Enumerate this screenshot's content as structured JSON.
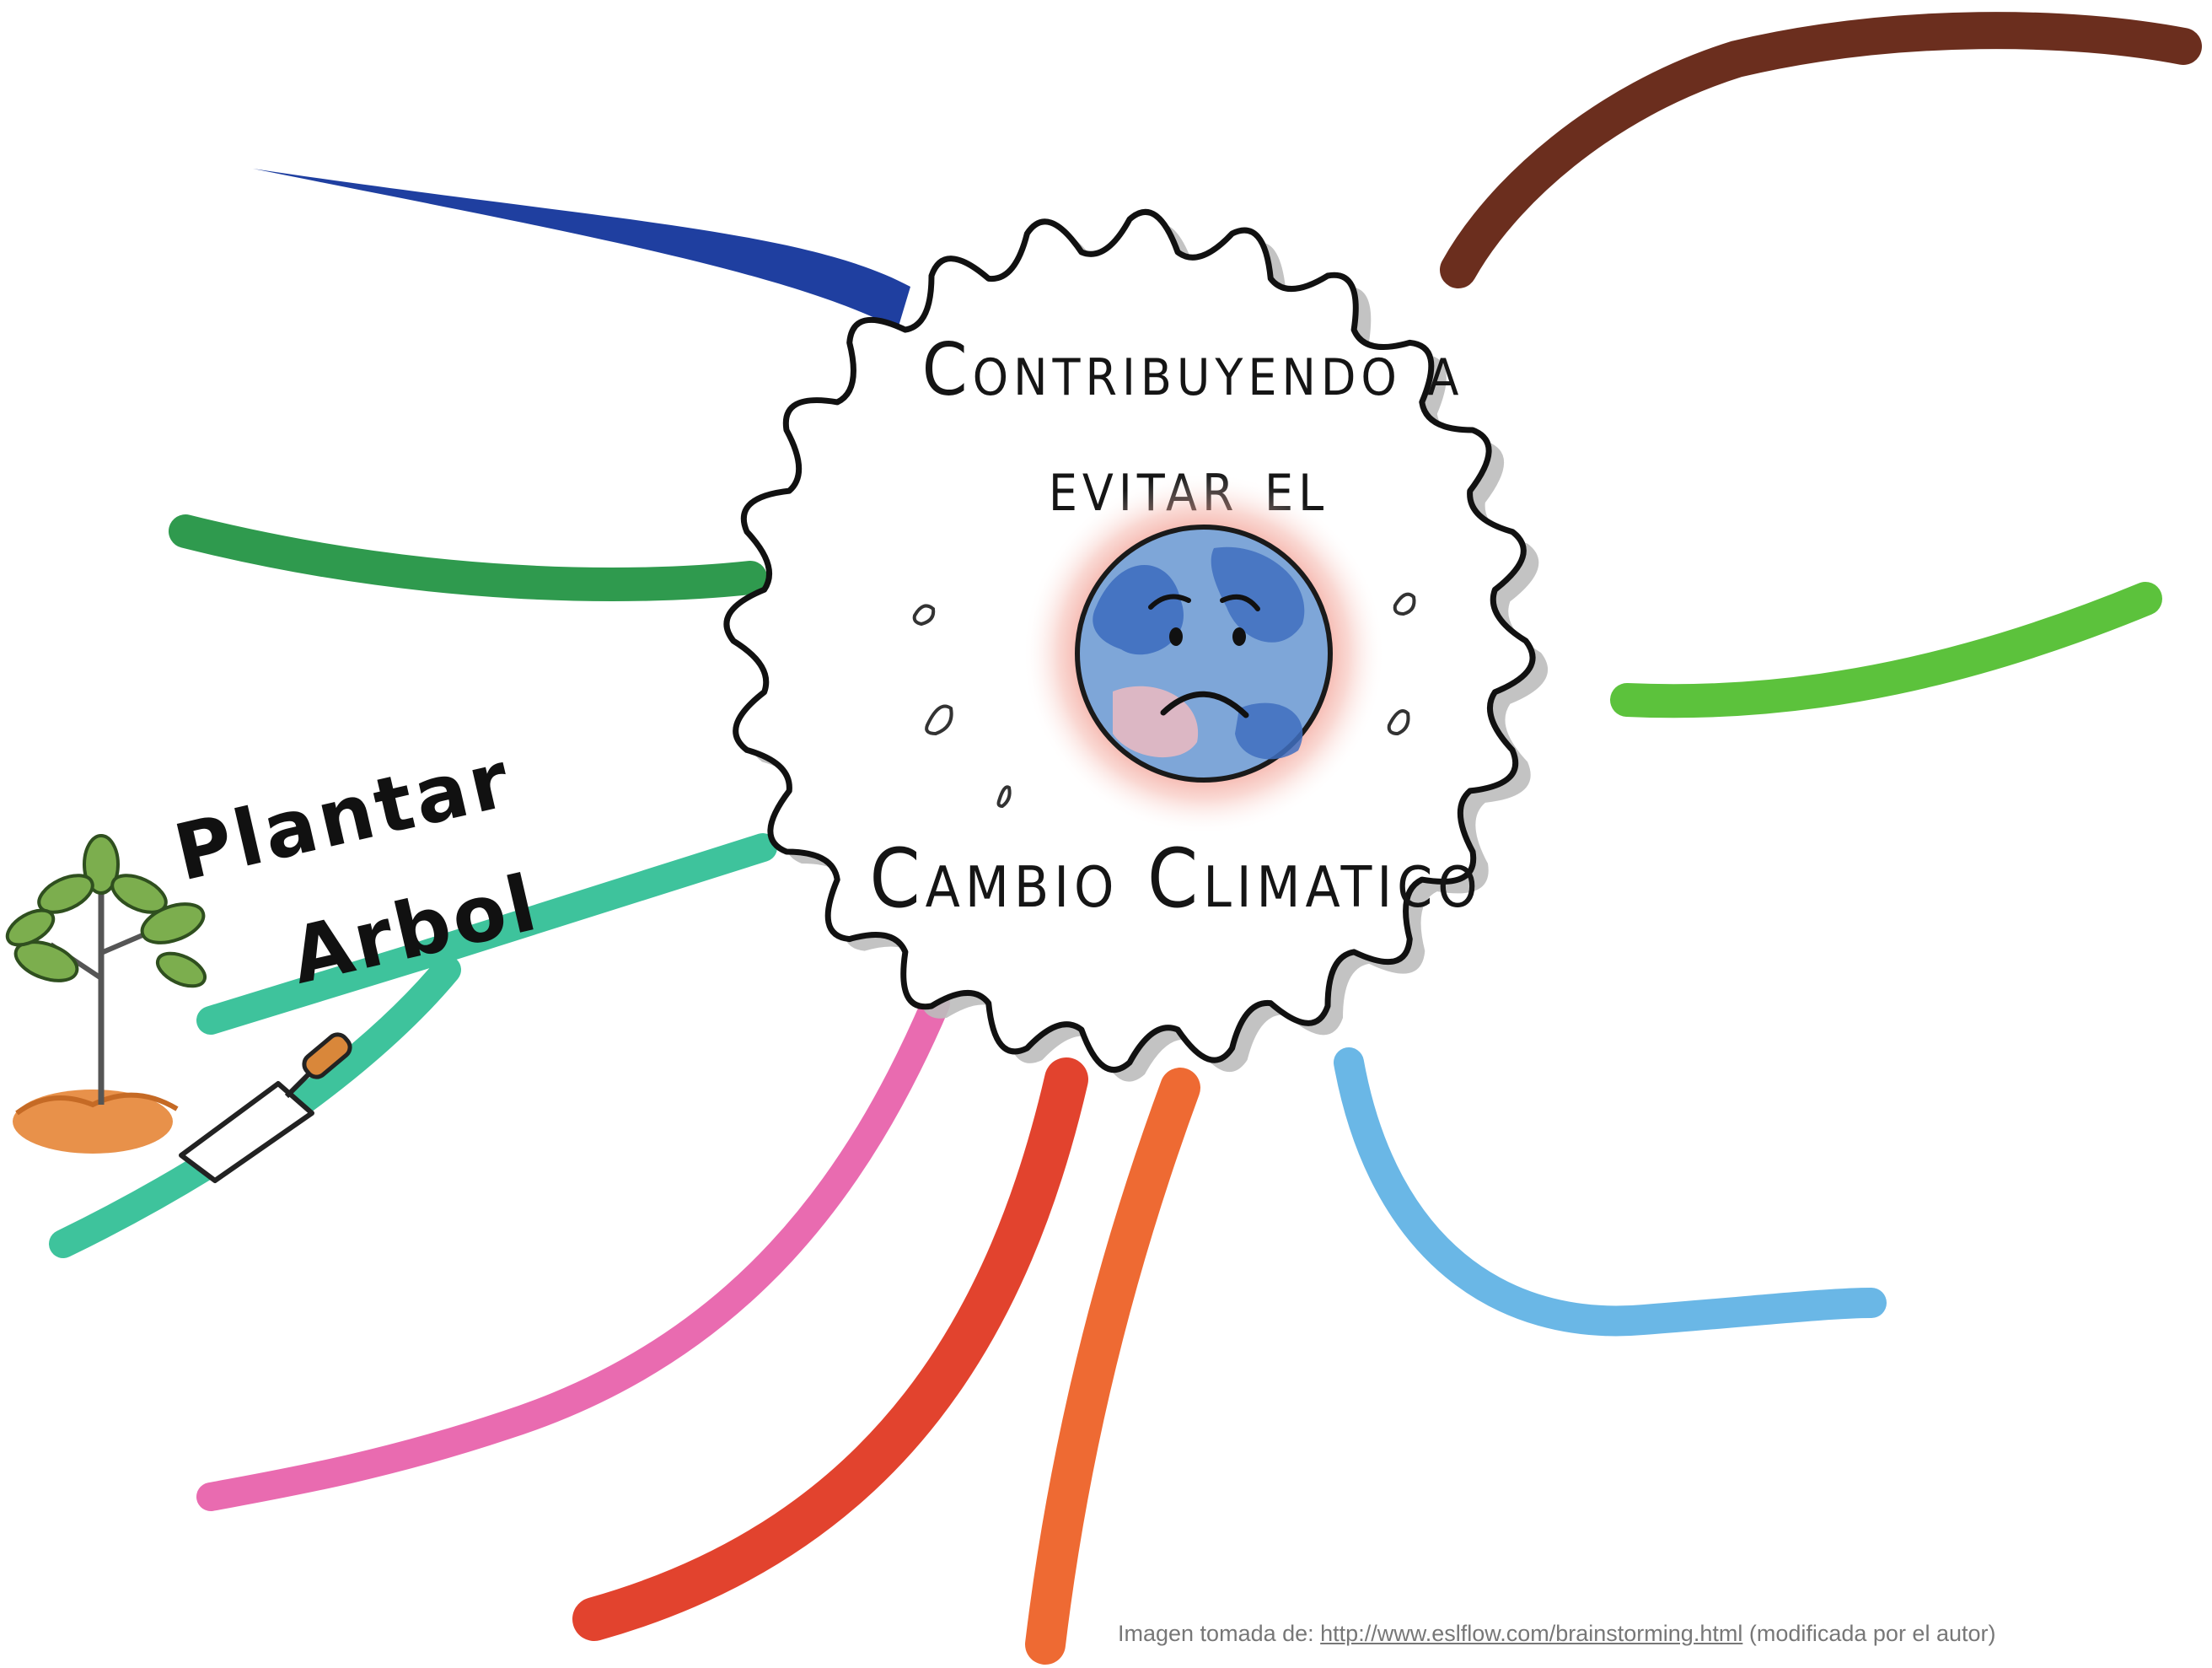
{
  "center": {
    "title_line1": "Contribuyendo a",
    "title_line2": "evitar el",
    "title_line3": "Cambio Climatico"
  },
  "branches": [
    {
      "id": "navy",
      "color": "#1f3fa0",
      "label": ""
    },
    {
      "id": "brown",
      "color": "#6b2e1e",
      "label": ""
    },
    {
      "id": "green",
      "color": "#2f9a4e",
      "label": ""
    },
    {
      "id": "lime",
      "color": "#5cc23c",
      "label": ""
    },
    {
      "id": "teal",
      "color": "#3ec39c",
      "label": "Plantar Arbol"
    },
    {
      "id": "pink",
      "color": "#e96bb0",
      "label": ""
    },
    {
      "id": "red",
      "color": "#e2432e",
      "label": ""
    },
    {
      "id": "orange",
      "color": "#ee6a33",
      "label": ""
    },
    {
      "id": "lightblue",
      "color": "#6ab7e6",
      "label": ""
    }
  ],
  "branch_label": {
    "line1": "Plantar",
    "line2": "Arbol"
  },
  "credit": {
    "prefix": "Imagen tomada de: ",
    "link": "http://www.eslflow.com/brainstorming.html",
    "suffix": " (modificada por el autor)"
  },
  "icons": [
    "sad-earth-icon",
    "sapling-icon",
    "trowel-icon",
    "sweat-drop-icon"
  ]
}
